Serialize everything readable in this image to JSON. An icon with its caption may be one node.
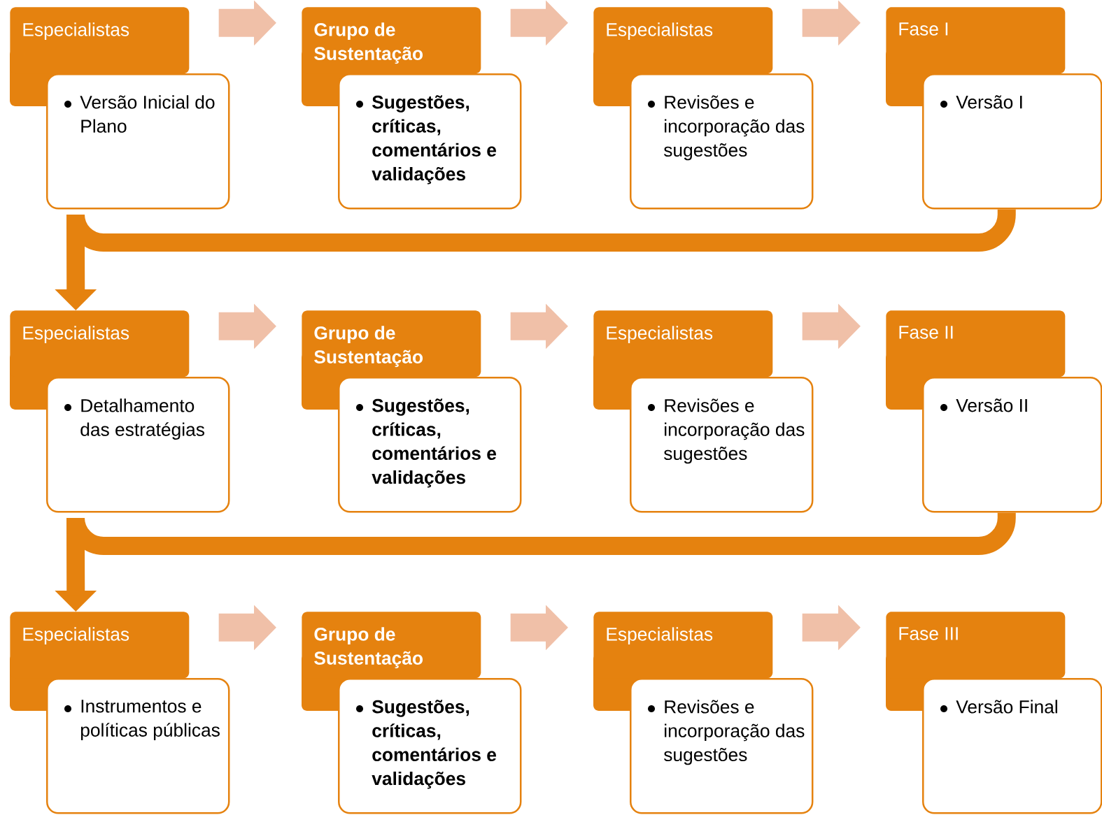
{
  "diagram": {
    "nodes": [
      {
        "text": [
          "Especialistas"
        ]
      },
      {
        "text": [
          "Versão Inicial do Plano"
        ]
      },
      {
        "text": [
          "Grupo de Sustentação"
        ]
      },
      {
        "text": [
          "Sugestões, críticas, comentários e validações"
        ]
      },
      {
        "text": [
          "Especialistas"
        ]
      },
      {
        "text": [
          "Revisões e incorporação das sugestões"
        ]
      },
      {
        "text": [
          "Fase I"
        ]
      },
      {
        "text": [
          "Versão I"
        ]
      },
      {
        "text": [
          "Especialistas"
        ]
      },
      {
        "text": [
          "Detalhamento das estratégias"
        ]
      },
      {
        "text": [
          "Grupo de Sustentação"
        ]
      },
      {
        "text": [
          "Sugestões, críticas, comentários e validações"
        ]
      },
      {
        "text": [
          "Especialistas"
        ]
      },
      {
        "text": [
          "Revisões e incorporação das sugestões"
        ]
      },
      {
        "text": [
          "Fase II"
        ]
      },
      {
        "text": [
          "Versão II"
        ]
      },
      {
        "text": [
          "Especialistas"
        ]
      },
      {
        "text": [
          "Instrumentos e políticas públicas"
        ]
      },
      {
        "text": [
          "Grupo de Sustentação"
        ]
      },
      {
        "text": [
          "Sugestões, críticas, comentários e validações"
        ]
      },
      {
        "text": [
          "Especialistas"
        ]
      },
      {
        "text": [
          "Revisões e incorporação das sugestões"
        ]
      },
      {
        "text": [
          "Fase III"
        ]
      },
      {
        "text": [
          "Versão Final"
        ]
      }
    ],
    "edges": [
      {
        "from": 0,
        "to": 2,
        "arrow": "to"
      },
      {
        "from": 2,
        "to": 4,
        "arrow": "to"
      },
      {
        "from": 4,
        "to": 6,
        "arrow": "to"
      },
      {
        "from": 7,
        "to": 8,
        "arrow": "to",
        "color": "#e5820f"
      },
      {
        "from": 8,
        "to": 10,
        "arrow": "to"
      },
      {
        "from": 10,
        "to": 12,
        "arrow": "to"
      },
      {
        "from": 12,
        "to": 14,
        "arrow": "to"
      },
      {
        "from": 15,
        "to": 16,
        "arrow": "to",
        "color": "#e5820f"
      },
      {
        "from": 16,
        "to": 18,
        "arrow": "to"
      },
      {
        "from": 18,
        "to": 20,
        "arrow": "to"
      },
      {
        "from": 20,
        "to": 22,
        "arrow": "to"
      }
    ]
  }
}
